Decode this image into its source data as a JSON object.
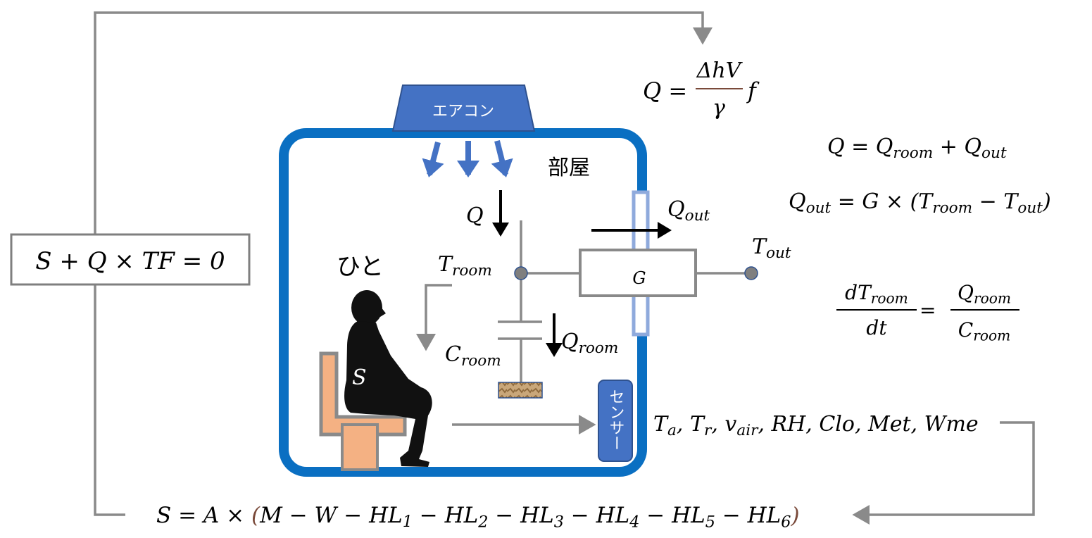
{
  "labels": {
    "aircon": "エアコン",
    "room": "部屋",
    "person": "ひと",
    "sensor": "センサー",
    "body_storage": "S",
    "conductance": "G",
    "heat_supply": "Q"
  },
  "colors": {
    "room_wall": "#0a6fc2",
    "aircon": "#4472c4",
    "window": "#8faadc",
    "chair": "#f4b183",
    "wire": "#8a8a8a"
  },
  "equations": {
    "control": [
      {
        "t": "S + Q × TF = 0"
      }
    ],
    "heat_supply_lhs": [
      {
        "t": "Q = "
      }
    ],
    "heat_supply_num": [
      {
        "t": "ΔhV"
      }
    ],
    "heat_supply_den": [
      {
        "t": "γ"
      }
    ],
    "heat_supply_factor": [
      {
        "t": "f"
      }
    ],
    "q_balance": [
      {
        "t": "Q = Q"
      },
      {
        "t": "room",
        "sub": true
      },
      {
        "t": " + Q"
      },
      {
        "t": "out",
        "sub": true
      }
    ],
    "q_out": [
      {
        "t": "Q"
      },
      {
        "t": "out",
        "sub": true
      },
      {
        "t": " = G × (T"
      },
      {
        "t": "room",
        "sub": true
      },
      {
        "t": " − T"
      },
      {
        "t": "out",
        "sub": true
      },
      {
        "t": ")"
      }
    ],
    "dT_num": [
      {
        "t": "dT"
      },
      {
        "t": "room",
        "sub": true
      }
    ],
    "dT_den": [
      {
        "t": "dt"
      }
    ],
    "dT_eq": [
      {
        "t": "="
      }
    ],
    "dT_rhs_num": [
      {
        "t": "Q"
      },
      {
        "t": "room",
        "sub": true
      }
    ],
    "dT_rhs_den": [
      {
        "t": "C"
      },
      {
        "t": "room",
        "sub": true
      }
    ],
    "sensor_vars": [
      {
        "t": "T"
      },
      {
        "t": "a",
        "sub": true
      },
      {
        "t": ", T"
      },
      {
        "t": "r",
        "sub": true
      },
      {
        "t": ", v"
      },
      {
        "t": "air",
        "sub": true
      },
      {
        "t": ", RH, Clo, Met, Wme"
      }
    ],
    "heat_balance": [
      {
        "t": "S = A × "
      },
      {
        "t": "(",
        "c": "#7a4a3a"
      },
      {
        "t": "M − W − HL"
      },
      {
        "t": "1",
        "sub": true
      },
      {
        "t": " − HL"
      },
      {
        "t": "2",
        "sub": true
      },
      {
        "t": " − HL"
      },
      {
        "t": "3",
        "sub": true
      },
      {
        "t": " − HL"
      },
      {
        "t": "4",
        "sub": true
      },
      {
        "t": " − HL"
      },
      {
        "t": "5",
        "sub": true
      },
      {
        "t": " − HL"
      },
      {
        "t": "6",
        "sub": true
      },
      {
        "t": ")",
        "c": "#7a4a3a"
      }
    ],
    "q_label": [
      {
        "t": "Q"
      }
    ],
    "q_out_label": [
      {
        "t": "Q"
      },
      {
        "t": "out",
        "sub": true
      }
    ],
    "t_out_label": [
      {
        "t": "T"
      },
      {
        "t": "out",
        "sub": true
      }
    ],
    "t_room_label": [
      {
        "t": "T"
      },
      {
        "t": "room",
        "sub": true
      }
    ],
    "c_room_label": [
      {
        "t": "C"
      },
      {
        "t": "room",
        "sub": true
      }
    ],
    "q_room_label": [
      {
        "t": "Q"
      },
      {
        "t": "room",
        "sub": true
      }
    ]
  }
}
